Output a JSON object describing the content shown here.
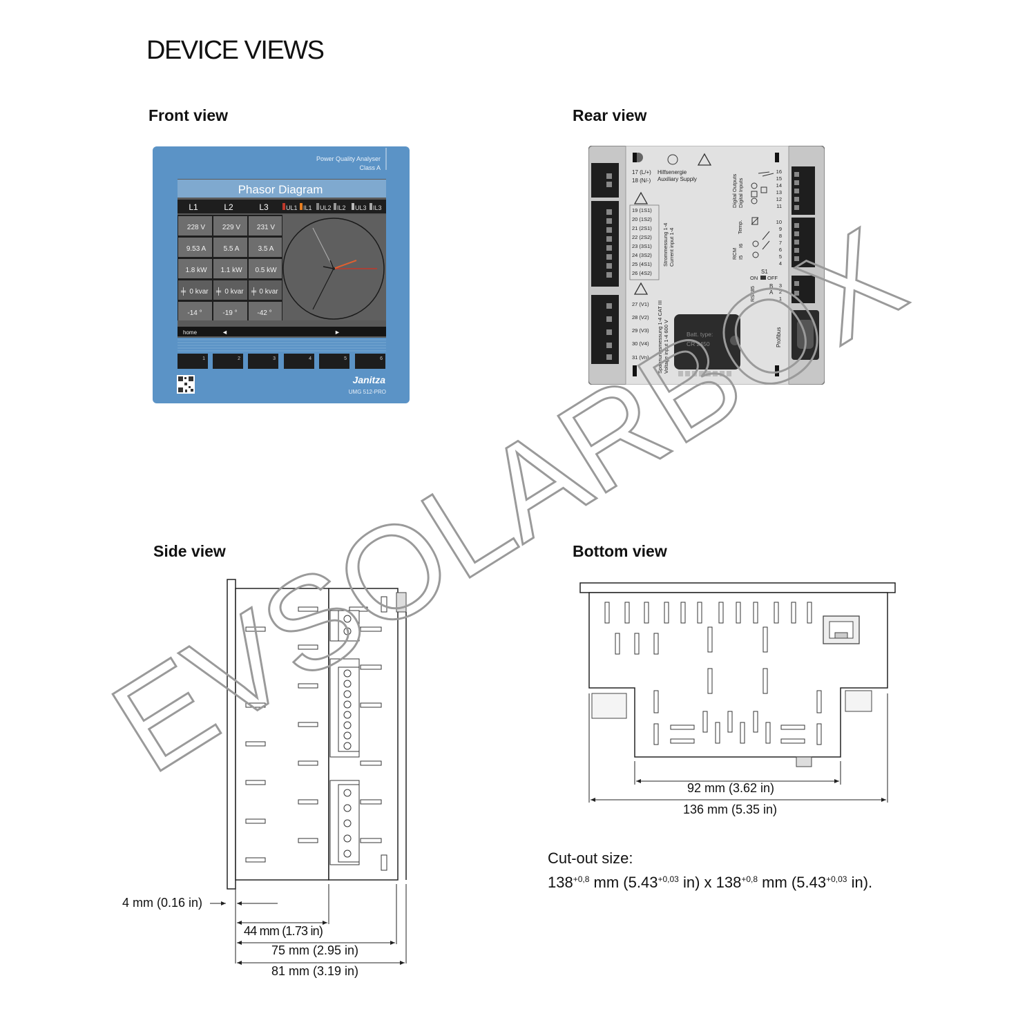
{
  "page": {
    "title": "DEVICE VIEWS",
    "watermark": "EVSOLARBOX"
  },
  "front_view": {
    "heading": "Front view",
    "device_label_line1": "Power Quality Analyser",
    "device_label_line2": "Class A",
    "screen_title": "Phasor Diagram",
    "columns": [
      "L1",
      "L2",
      "L3"
    ],
    "legend": [
      "UL1",
      "IL1",
      "UL2",
      "IL2",
      "UL3",
      "IL3"
    ],
    "rows": [
      [
        "228 V",
        "229 V",
        "231 V"
      ],
      [
        "9.53 A",
        "5.5 A",
        "3.5 A"
      ],
      [
        "1.8 kW",
        "1.1 kW",
        "0.5 kW"
      ],
      [
        "0 kvar",
        "0 kvar",
        "0 kvar"
      ],
      [
        "-14 °",
        "-19 °",
        "-42 °"
      ]
    ],
    "nav_home": "home",
    "nav_left": "◄",
    "nav_right": "►",
    "softkeys": [
      "1",
      "2",
      "3",
      "4",
      "5",
      "6"
    ],
    "brand": "Janitza",
    "model": "UMG 512-PRO",
    "colors": {
      "housing": "#5b93c6",
      "screen": "#6e6e6e",
      "phasor_red": "#d04a3a"
    }
  },
  "rear_view": {
    "heading": "Rear view",
    "aux_terminals": [
      "17 (L/+)",
      "18 (N/-)"
    ],
    "aux_label": [
      "Hilfsenergie",
      "Auxiliary Supply"
    ],
    "current_terminals": [
      "19 (1S1)",
      "20 (1S2)",
      "21 (2S1)",
      "22 (2S2)",
      "23 (3S1)",
      "24 (3S2)",
      "25 (4S1)",
      "26 (4S2)"
    ],
    "current_label": [
      "Strommessung 1-4",
      "Current input 1-4"
    ],
    "voltage_terminals": [
      "27 (V1)",
      "28 (V2)",
      "29 (V3)",
      "30 (V4)",
      "31 (Vn)"
    ],
    "voltage_label": [
      "Spannungsmessung 1-4 CAT III",
      "Voltage input 1-4 600 V"
    ],
    "battery_label": [
      "Batt. type:",
      "CR 2450"
    ],
    "right_terminals": [
      "16",
      "15",
      "14",
      "13",
      "12",
      "11",
      "10",
      "9",
      "8",
      "7",
      "6",
      "5",
      "4",
      "3",
      "2",
      "1"
    ],
    "io_labels": [
      "Digital Outputs",
      "Digital Inputs",
      "Temp.",
      "RCM",
      "I5",
      "I6",
      "RS485"
    ],
    "switch_label": "S1",
    "switch_on": "ON",
    "switch_off": "OFF",
    "rs485_pins": [
      "B",
      "A"
    ],
    "profibus": "Profibus"
  },
  "side_view": {
    "heading": "Side view",
    "dim_panel": "4 mm (0.16 in)",
    "dim_44": "44 mm (1.73 in)",
    "dim_75": "75 mm (2.95 in)",
    "dim_81": "81 mm (3.19 in)"
  },
  "bottom_view": {
    "heading": "Bottom view",
    "dim_92": "92 mm (3.62 in)",
    "dim_136": "136 mm (5.35 in)"
  },
  "cutout": {
    "label": "Cut-out size:",
    "value": "138",
    "tolerance": "+0,8",
    "unit": " mm (",
    "inches": "5.43",
    "in_tolerance": "+0,03",
    "in_unit": " in) x ",
    "closing": " in)."
  }
}
